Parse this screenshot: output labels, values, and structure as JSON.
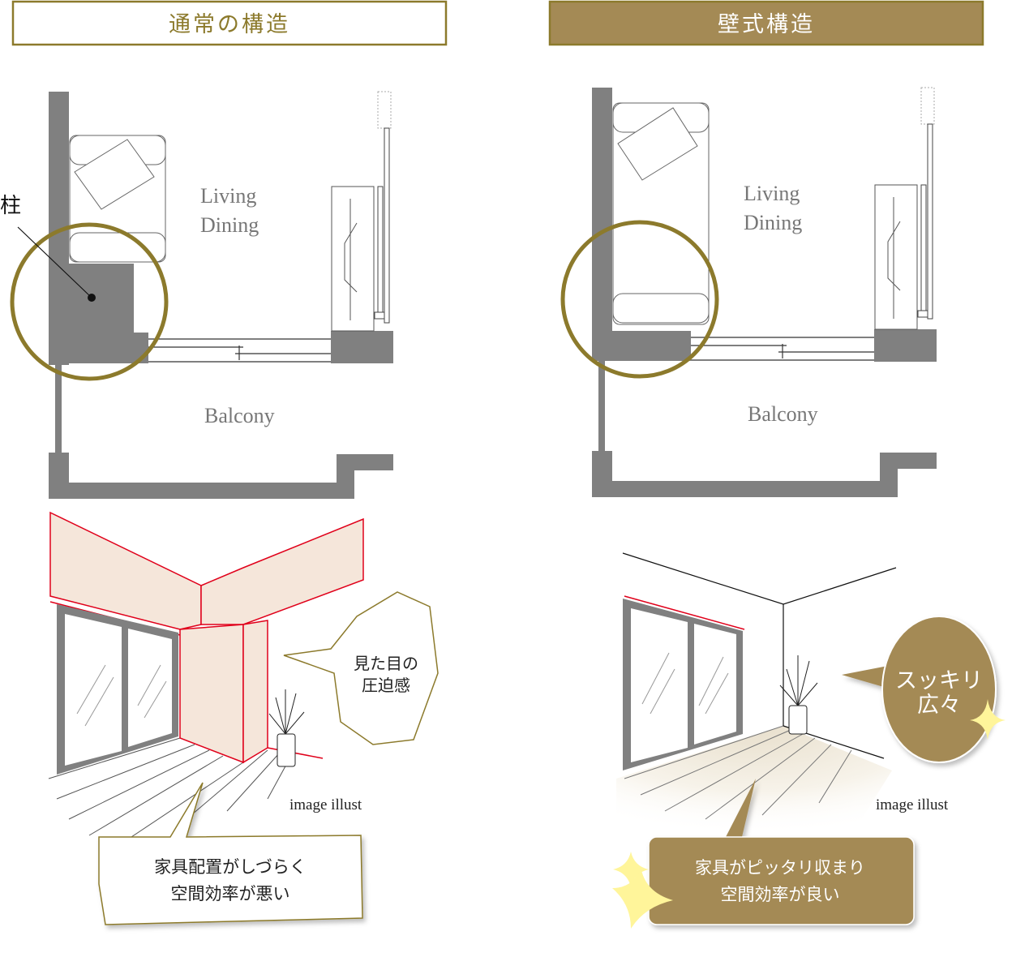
{
  "headers": {
    "normal": "通常の構造",
    "wall": "壁式構造"
  },
  "colors": {
    "gold": "#a48a55",
    "gold_border": "#8c7a2c",
    "wall_gray": "#808080",
    "beam_red": "#e0001a",
    "beam_fill": "#f5e6da",
    "sparkle": "#fff59a"
  },
  "left_plan": {
    "column_label": "柱",
    "room_line1": "Living",
    "room_line2": "Dining",
    "balcony": "Balcony"
  },
  "right_plan": {
    "room_line1": "Living",
    "room_line2": "Dining",
    "balcony": "Balcony"
  },
  "left_illust": {
    "bubble_line1": "見た目の",
    "bubble_line2": "圧迫感",
    "caption": "image illust",
    "note_line1": "家具配置がしづらく",
    "note_line2": "空間効率が悪い"
  },
  "right_illust": {
    "bubble_line1": "スッキリ",
    "bubble_line2": "広々",
    "caption": "image illust",
    "note_line1": "家具がピッタリ収まり",
    "note_line2": "空間効率が良い"
  }
}
